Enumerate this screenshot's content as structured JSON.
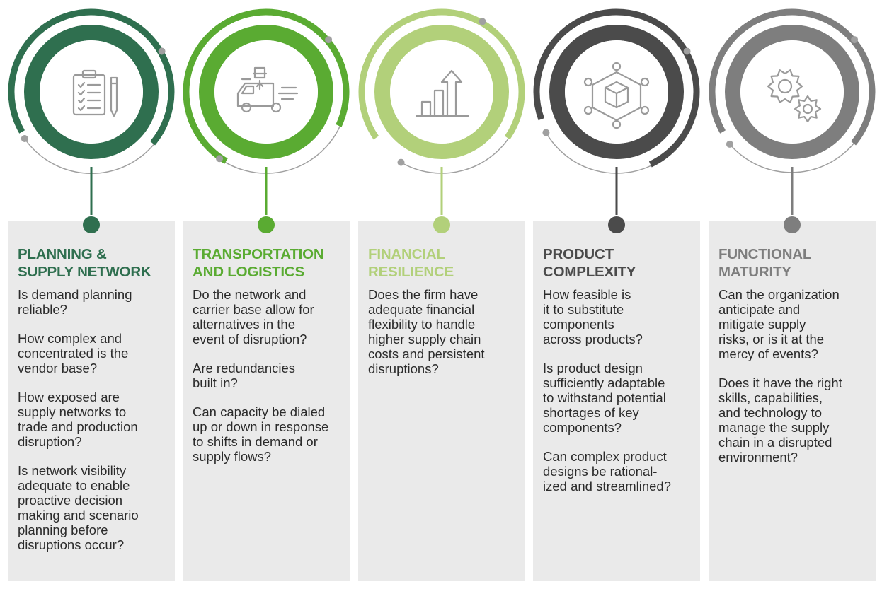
{
  "colors": {
    "green_dark": "#2f6f4f",
    "green": "#5aab32",
    "green_light": "#b2d07a",
    "gray_dark": "#4b4b4b",
    "gray": "#7e7e7e",
    "icon_stroke": "#9a9a9a",
    "ring_outline": "#a0a0a0",
    "panel_bg": "#eaeaea"
  },
  "pillars": [
    {
      "icon": "clipboard-checklist-icon",
      "title_lines": [
        "PLANNING &",
        "SUPPLY NETWORK"
      ],
      "questions": [
        [
          "Is demand planning",
          "reliable?"
        ],
        [
          "How complex and",
          "concentrated is the",
          "vendor base?"
        ],
        [
          "How exposed are",
          "supply networks to",
          "trade and production",
          "disruption?"
        ],
        [
          "Is network visibility",
          "adequate to enable",
          "proactive decision",
          "making and scenario",
          "planning before",
          "disruptions occur?"
        ]
      ]
    },
    {
      "icon": "delivery-truck-icon",
      "title_lines": [
        "TRANSPORTATION",
        "AND LOGISTICS"
      ],
      "questions": [
        [
          "Do the network and",
          "carrier base allow for",
          "alternatives in the",
          "event of disruption?"
        ],
        [
          "Are redundancies",
          "built in?"
        ],
        [
          "Can capacity be dialed",
          "up or down in response",
          "to shifts in demand or",
          "supply flows?"
        ]
      ]
    },
    {
      "icon": "growth-chart-icon",
      "title_lines": [
        "FINANCIAL",
        "RESILIENCE"
      ],
      "questions": [
        [
          "Does the firm have",
          "adequate financial",
          "flexibility to handle",
          "higher supply chain",
          "costs and persistent",
          "disruptions?"
        ]
      ]
    },
    {
      "icon": "product-network-icon",
      "title_lines": [
        "PRODUCT",
        "COMPLEXITY"
      ],
      "questions": [
        [
          "How feasible is",
          "it to substitute",
          "components",
          "across products?"
        ],
        [
          "Is product design",
          "sufficiently adaptable",
          "to withstand potential",
          "shortages of key",
          "components?"
        ],
        [
          "Can complex product",
          "designs be rational-",
          "ized and streamlined?"
        ]
      ]
    },
    {
      "icon": "gears-icon",
      "title_lines": [
        "FUNCTIONAL",
        "MATURITY"
      ],
      "questions": [
        [
          "Can the organization",
          "anticipate and",
          "mitigate supply",
          "risks, or is it at the",
          "mercy of events?"
        ],
        [
          "Does it have the right",
          "skills, capabilities,",
          "and technology to",
          "manage the supply",
          "chain in a disrupted",
          "environment?"
        ]
      ]
    }
  ]
}
